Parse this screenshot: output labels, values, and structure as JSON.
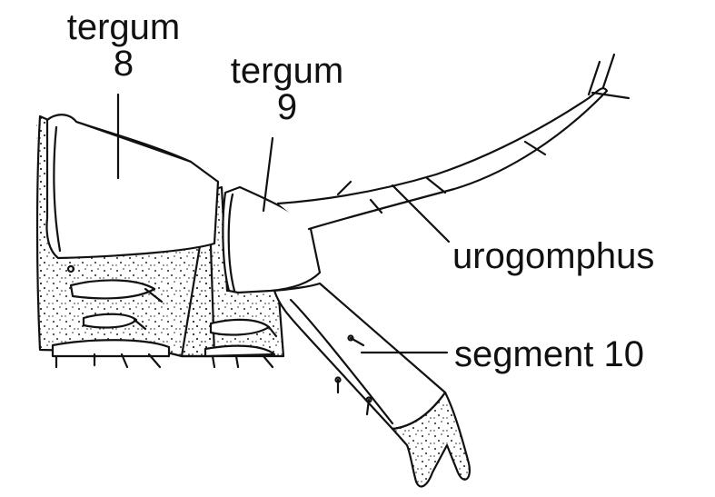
{
  "diagram": {
    "labels": {
      "tergum8_word": "tergum",
      "tergum8_num": "8",
      "tergum9_word": "tergum",
      "tergum9_num": "9",
      "urogomphus": "urogomphus",
      "segment10": "segment 10"
    },
    "colors": {
      "ink": "#111111",
      "background": "#ffffff"
    }
  }
}
